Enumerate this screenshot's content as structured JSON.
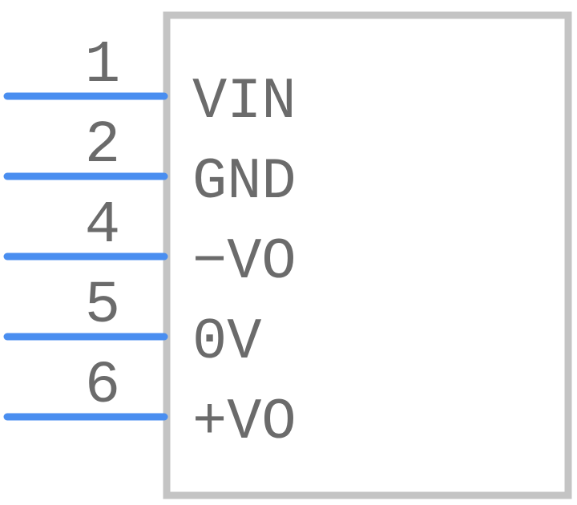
{
  "component": {
    "pins": [
      {
        "number": "1",
        "name": "VIN"
      },
      {
        "number": "2",
        "name": "GND"
      },
      {
        "number": "4",
        "name": "−VO"
      },
      {
        "number": "5",
        "name": "0V"
      },
      {
        "number": "6",
        "name": "+VO"
      }
    ]
  },
  "colors": {
    "pin_line": "#4a8ef0",
    "body_outline": "#c4c4c4",
    "text": "#6b6b6b"
  }
}
